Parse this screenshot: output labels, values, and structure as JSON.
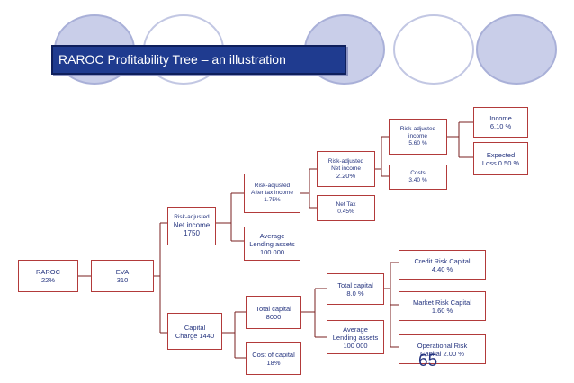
{
  "title": "RAROC Profitability Tree – an illustration",
  "page_number": "65",
  "nodes": {
    "raroc": [
      "RAROC",
      "22%"
    ],
    "eva": [
      "EVA",
      "310"
    ],
    "risk_adj_net_income": [
      "Risk-adjusted",
      "Net income",
      "1750"
    ],
    "capital_charge": [
      "Capital",
      "Charge 1440"
    ],
    "risk_adj_after_tax": [
      "Risk-adjusted",
      "After tax income",
      "1.75%"
    ],
    "avg_lending_1": [
      "Average",
      "Lending assets",
      "100 000"
    ],
    "total_capital_1": [
      "Total capital",
      "8000"
    ],
    "cost_of_capital": [
      "Cost of capital",
      "18%"
    ],
    "risk_adj_net_income_pct": [
      "Risk-adjusted",
      "Net income",
      "2.20%"
    ],
    "net_tax": [
      "Net Tax",
      "0.45%"
    ],
    "total_capital_pct": [
      "Total capital",
      "8.0 %"
    ],
    "avg_lending_2": [
      "Average",
      "Lending assets",
      "100 000"
    ],
    "risk_adj_income": [
      "Risk-adjusted",
      "income",
      "5.60 %"
    ],
    "costs": [
      "Costs",
      "3.40 %"
    ],
    "income": [
      "Income",
      "6.10 %"
    ],
    "expected_loss": [
      "Expected",
      "Loss 0.50 %"
    ],
    "credit_risk": [
      "Credit Risk Capital",
      "4.40  %"
    ],
    "market_risk": [
      "Market Risk Capital",
      "1.60  %"
    ],
    "operational_risk": [
      "Operational  Risk",
      "Capital 2.00  %"
    ]
  }
}
